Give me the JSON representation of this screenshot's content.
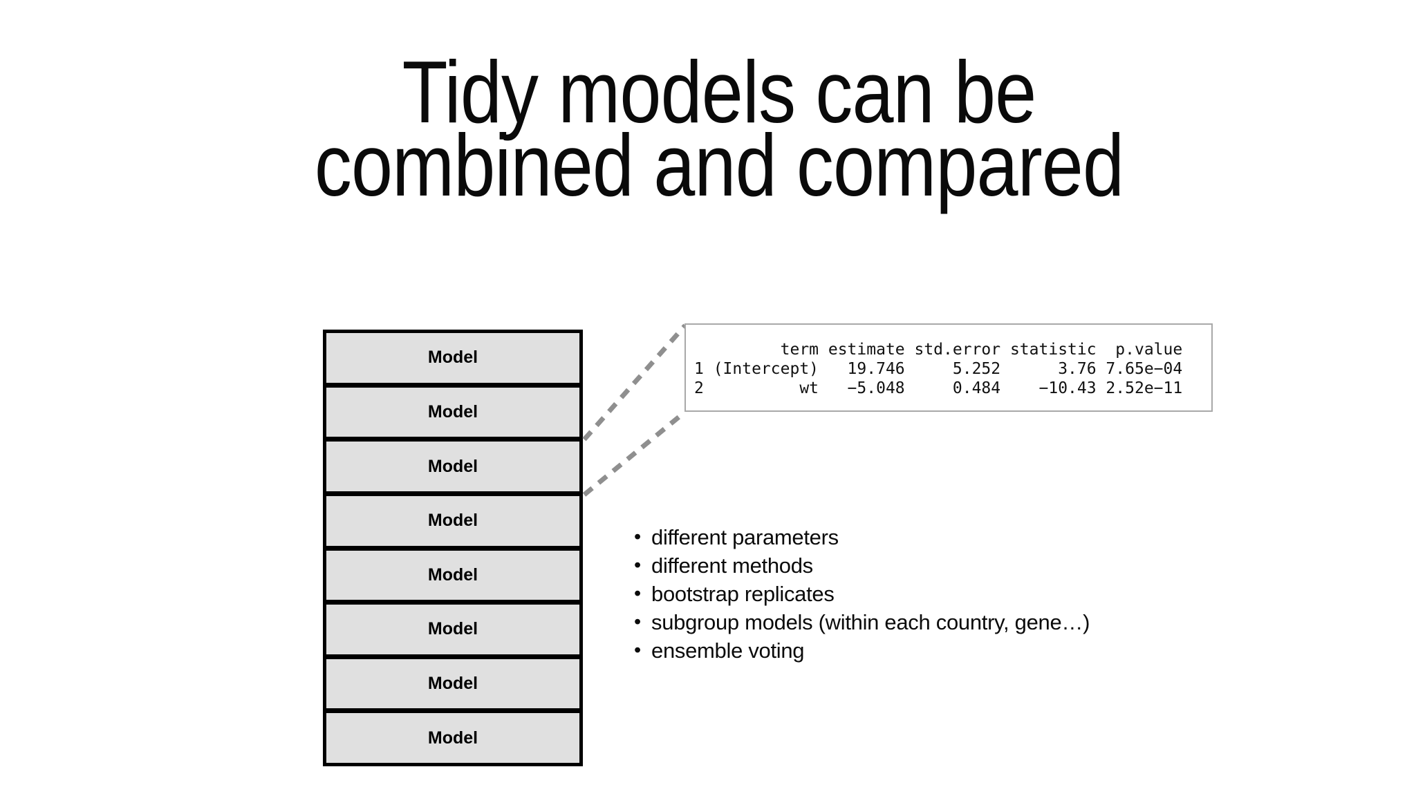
{
  "title": {
    "line1": "Tidy models can be",
    "line2": "combined and compared"
  },
  "stack": {
    "boxes": [
      "Model",
      "Model",
      "Model",
      "Model",
      "Model",
      "Model",
      "Model",
      "Model"
    ]
  },
  "code_output": {
    "lines": [
      "         term estimate std.error statistic  p.value",
      "1 (Intercept)   19.746     5.252      3.76 7.65e−04",
      "2          wt   −5.048     0.484    −10.43 2.52e−11"
    ]
  },
  "bullets": {
    "items": [
      "different parameters",
      "different methods",
      "bootstrap replicates",
      "subgroup models (within each country, gene…)",
      "ensemble voting"
    ]
  },
  "colors": {
    "background": "#ffffff",
    "box_fill": "#e0e0e0",
    "box_border": "#000000",
    "callout_border": "#a8a8a8",
    "connector": "#8f8f8f",
    "text": "#000000"
  }
}
